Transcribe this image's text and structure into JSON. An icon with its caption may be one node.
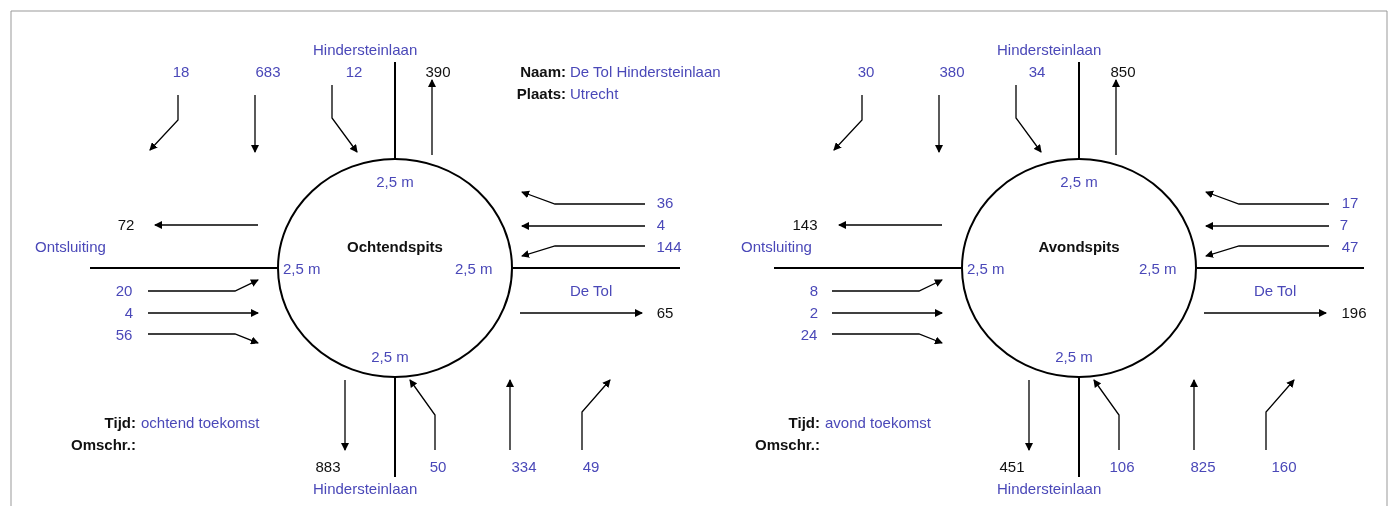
{
  "diagram": {
    "nodes": [
      {
        "text": [
          "2,5 m",
          "Ochtendspits",
          "2,5 m",
          "2,5 m",
          "2,5 m"
        ]
      },
      {
        "text": [
          "2,5 m",
          "Avondspits",
          "2,5 m",
          "2,5 m",
          "2,5 m"
        ]
      }
    ],
    "edges": [],
    "labels": [
      "Hindersteinlaan",
      "18",
      "683",
      "12",
      "390",
      "Naam:",
      "De Tol Hindersteinlaan",
      "Plaats:",
      "Utrecht",
      "36",
      "4",
      "144",
      "72",
      "Ontsluiting",
      "20",
      "De Tol",
      "4",
      "56",
      "65",
      "Tijd:",
      "ochtend toekomst",
      "Omschr.:",
      "883",
      "50",
      "334",
      "49",
      "Hindersteinlaan",
      "Hindersteinlaan",
      "30",
      "380",
      "34",
      "850",
      "17",
      "7",
      "47",
      "143",
      "Ontsluiting",
      "8",
      "De Tol",
      "2",
      "24",
      "196",
      "Tijd:",
      "avond toekomst",
      "Omschr.:",
      "451",
      "106",
      "825",
      "160",
      "Hindersteinlaan"
    ]
  }
}
